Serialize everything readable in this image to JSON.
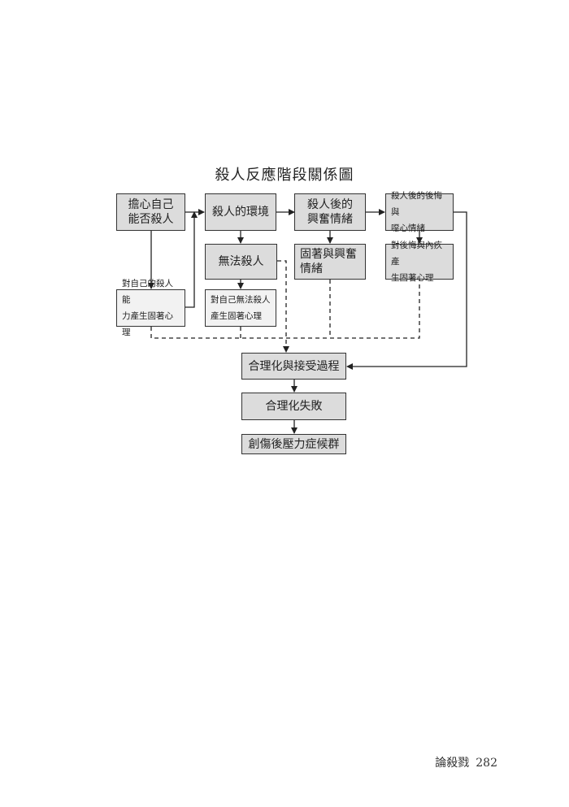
{
  "diagram": {
    "title": "殺人反應階段關係圖",
    "nodes": {
      "worry": "擔心自己\n能否殺人",
      "environment": "殺人的環境",
      "excitement": "殺人後的\n興奮情緒",
      "regret": "殺人後的後悔與\n噁心情緒",
      "unable": "無法殺人",
      "fixation_excitement": "固著與興奮\n情緒",
      "guilt": "對後悔與內疚產\n生固著心理",
      "self_fixation": "對自己的殺人能\n力產生固著心理",
      "unable_fixation": "對自己無法殺人\n產生固著心理",
      "rationalization": "合理化與接受過程",
      "rationalization_fail": "合理化失敗",
      "ptsd": "創傷後壓力症候群"
    }
  },
  "footer": {
    "book": "論殺戮",
    "page": "282"
  }
}
